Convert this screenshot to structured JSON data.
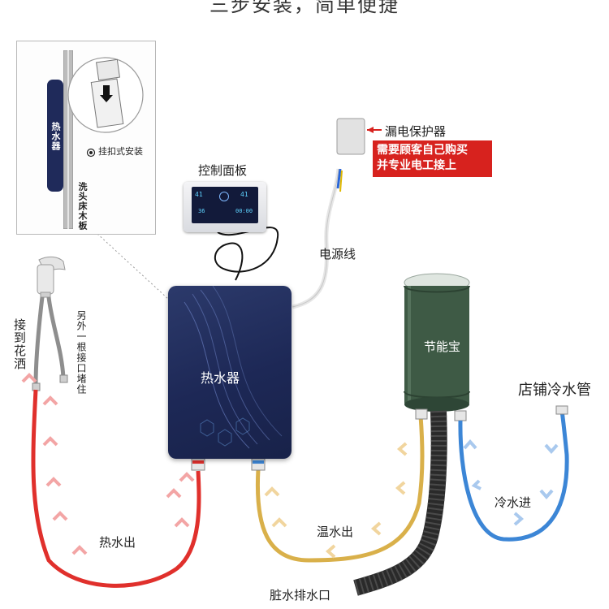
{
  "title": "三步安装，简单便捷",
  "inset": {
    "heater_label": "热水器",
    "mount_caption": "挂扣式安装",
    "board_label": "洗头床木板"
  },
  "control_panel": {
    "label": "控制面板",
    "screen_values": [
      "41",
      "41",
      "36",
      "00:00"
    ]
  },
  "leakage_protector": {
    "label": "漏电保护器",
    "warning_line1": "需要顾客自己购买",
    "warning_line2": "并专业电工接上"
  },
  "power_cord_label": "电源线",
  "heater_label": "热水器",
  "saver_label": "节能宝",
  "shower_label": "接到花洒",
  "plug_label": "另外一根接口堵住",
  "hot_out_label": "热水出",
  "warm_out_label": "温水出",
  "cold_in_label": "冷水进",
  "store_pipe_label": "店铺冷水管",
  "drain_label": "脏水排水口",
  "colors": {
    "hot": "#e0302c",
    "warm": "#d9b04a",
    "cold": "#3c86d6",
    "heater_body": "#1f2a5a",
    "saver_body": "#3e5a45",
    "warning_bg": "#d7221e"
  }
}
